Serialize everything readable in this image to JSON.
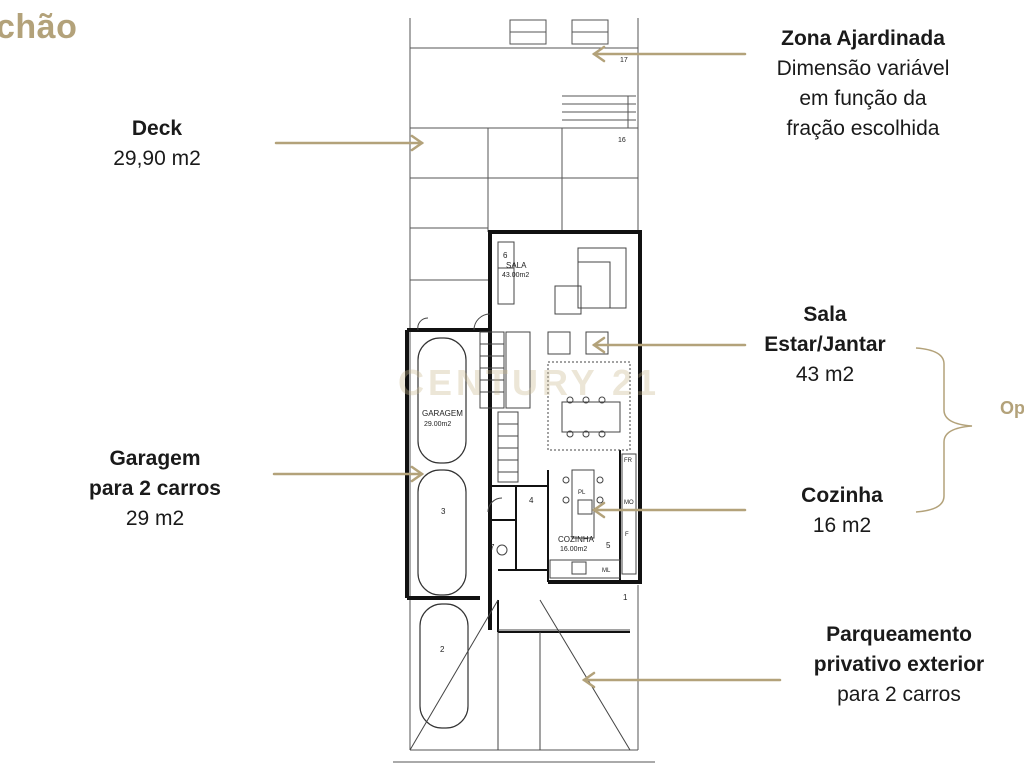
{
  "heading": "chão",
  "cut_label": "Op",
  "watermark": "CENTURY 21",
  "colors": {
    "accent": "#b3a27a",
    "wall": "#111111",
    "line": "#555555"
  },
  "labels": {
    "zona": {
      "title": "Zona Ajardinada",
      "l1": "Dimensão variável",
      "l2": "em função da",
      "l3": "fração escolhida"
    },
    "deck": {
      "title": "Deck",
      "area": "29,90 m2"
    },
    "sala": {
      "t1": "Sala",
      "t2": "Estar/Jantar",
      "area": "43 m2"
    },
    "garagem": {
      "t1": "Garagem",
      "t2": "para 2 carros",
      "area": "29 m2"
    },
    "cozinha": {
      "title": "Cozinha",
      "area": "16 m2"
    },
    "parque": {
      "t1": "Parqueamento",
      "t2": "privativo exterior",
      "t3": "para 2 carros"
    }
  },
  "plan": {
    "sala_num": "6",
    "sala_name": "SALA",
    "sala_area": "43.00m2",
    "garagem_name": "GARAGEM",
    "garagem_area": "29.00m2",
    "cozinha_name": "COZINHA",
    "cozinha_area": "16.00m2",
    "room4": "4",
    "room5": "5",
    "room7": "7",
    "space1": "1",
    "space2": "2",
    "space3": "3",
    "n16": "16",
    "n17": "17",
    "pl": "PL",
    "fr": "FR",
    "mo": "MO",
    "f": "F",
    "ml": "ML"
  }
}
